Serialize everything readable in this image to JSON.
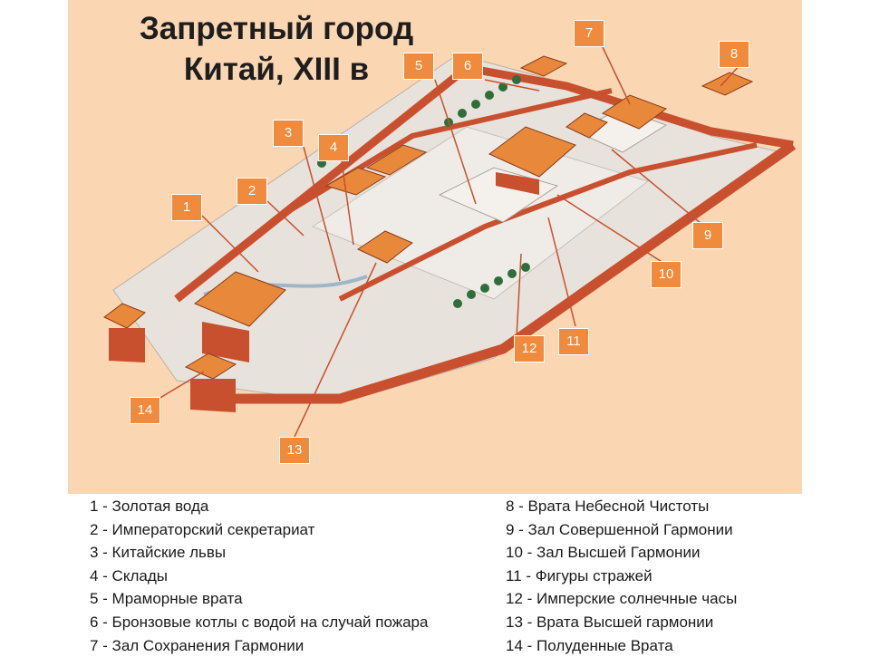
{
  "title": {
    "line1": "Запретный город",
    "line2": "Китай, XIII в"
  },
  "callouts": [
    "1",
    "2",
    "3",
    "4",
    "5",
    "6",
    "7",
    "8",
    "9",
    "10",
    "11",
    "12",
    "13",
    "14"
  ],
  "legend": {
    "left": [
      "1 - Золотая вода",
      "2 - Императорский секретариат",
      "3 - Китайские львы",
      "4 - Склады",
      "5 - Мраморные врата",
      "6 - Бронзовые котлы с водой на случай пожара",
      "7 - Зал Сохранения Гармонии"
    ],
    "right": [
      "8 - Врата Небесной Чистоты",
      "9 - Зал Совершенной Гармонии",
      "10 - Зал Высшей Гармонии",
      "11 - Фигуры стражей",
      "12 - Имперские солнечные часы",
      "13 - Врата Высшей гармонии",
      "14 - Полуденные Врата"
    ]
  },
  "colors": {
    "background": "#fbd6b3",
    "callout": "#f08a3c",
    "wall": "#c8502e",
    "roof": "#e8883a",
    "courtyard": "#e7e2dc",
    "tree": "#2f6e3a"
  }
}
